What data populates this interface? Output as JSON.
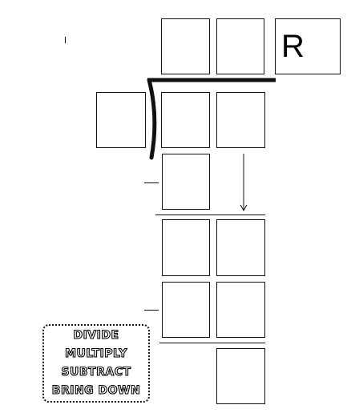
{
  "remainder_label": "R",
  "steps": [
    "DiViDE",
    "MULTiPLY",
    "SUBTRACT",
    "BRiNG DOWN"
  ],
  "colors": {
    "stroke": "#111111",
    "background": "#ffffff"
  }
}
